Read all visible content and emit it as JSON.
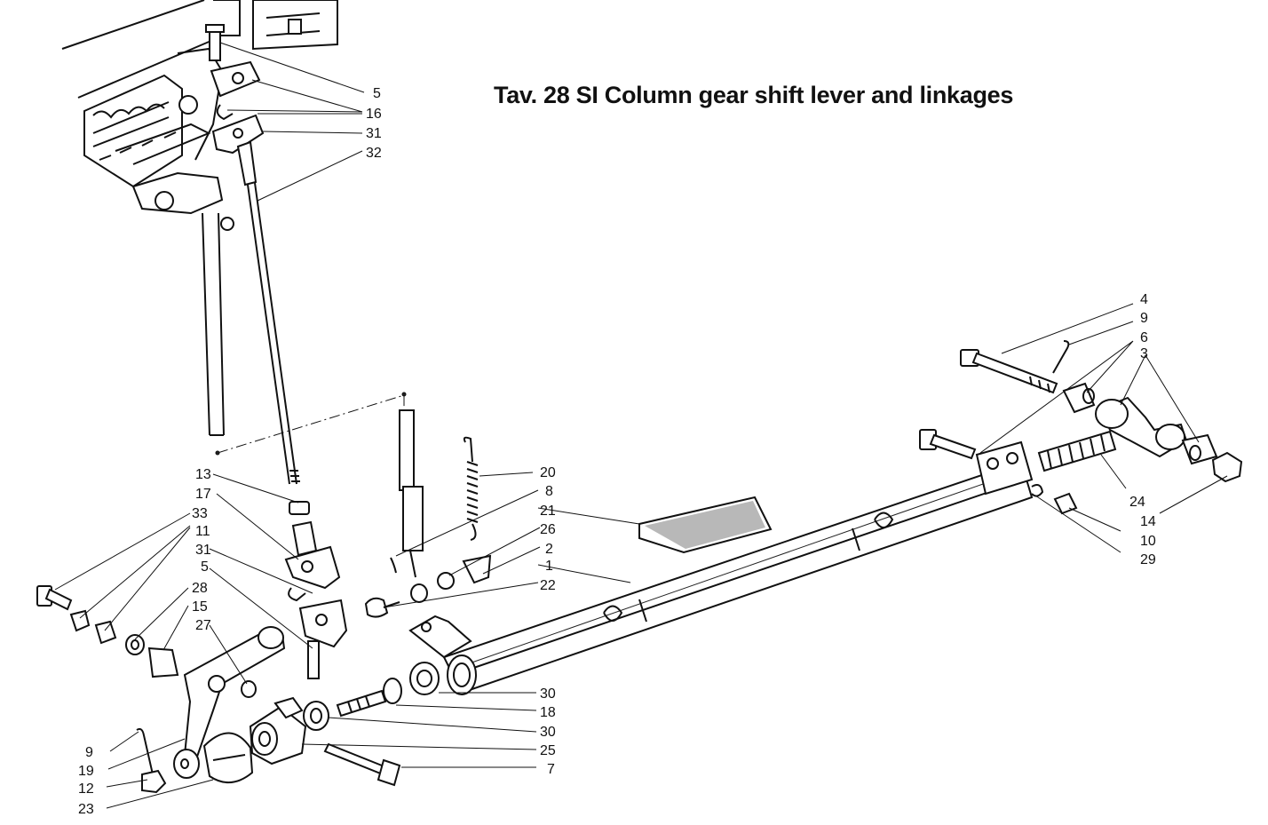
{
  "title": "Tav. 28 SI Column gear shift lever and linkages",
  "callouts": {
    "c5a": "5",
    "c16": "16",
    "c31a": "31",
    "c32": "32",
    "c4": "4",
    "c9a": "9",
    "c6": "6",
    "c3": "3",
    "c24": "24",
    "c14": "14",
    "c10": "10",
    "c29": "29",
    "c20": "20",
    "c8": "8",
    "c21": "21",
    "c26": "26",
    "c2": "2",
    "c1": "1",
    "c22": "22",
    "c13": "13",
    "c17": "17",
    "c33": "33",
    "c11": "11",
    "c31b": "31",
    "c5b": "5",
    "c28": "28",
    "c15": "15",
    "c27": "27",
    "c30a": "30",
    "c18": "18",
    "c30b": "30",
    "c25": "25",
    "c7": "7",
    "c9b": "9",
    "c19": "19",
    "c12": "12",
    "c23": "23"
  }
}
